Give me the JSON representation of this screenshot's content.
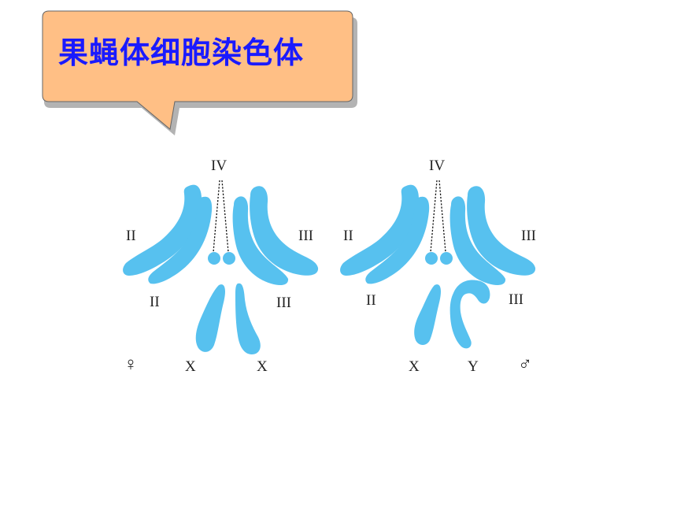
{
  "title": "果蝇体细胞染色体",
  "colors": {
    "callout_fill": "#ffbf85",
    "callout_shadow": "#b3b3b3",
    "title_text": "#1a1aff",
    "chromosome": "#57c1ef"
  },
  "female": {
    "symbol": "♀",
    "labels": {
      "IV": "IV",
      "II_outer": "II",
      "II_inner": "II",
      "III_outer": "III",
      "III_inner": "III",
      "X_left": "X",
      "X_right": "X"
    }
  },
  "male": {
    "symbol": "♂",
    "labels": {
      "IV": "IV",
      "II_outer": "II",
      "II_inner": "II",
      "III_outer": "III",
      "III_inner": "III",
      "X": "X",
      "Y": "Y"
    }
  }
}
